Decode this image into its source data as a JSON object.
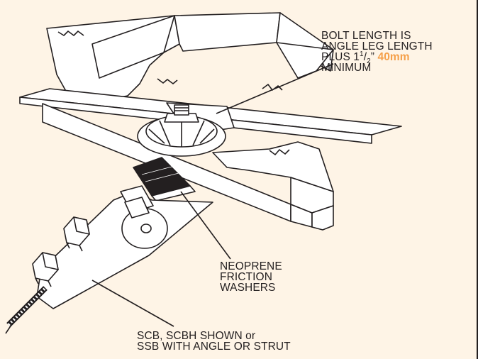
{
  "colors": {
    "background": "#fef4e6",
    "ink": "#231f20",
    "accent": "#f5a04a",
    "metal_fill": "#ffffff",
    "washer_fill": "#231f20"
  },
  "callouts": {
    "bolt": {
      "line1": "BOLT LENGTH IS",
      "line2": "ANGLE LEG LENGTH",
      "line3_prefix": "PLUS 1",
      "line3_num": "1",
      "line3_den": "2",
      "line3_suffix": "”",
      "line3_metric": "40mm",
      "line4": "MINIMUM"
    },
    "washers": {
      "line1": "NEOPRENE",
      "line2": "FRICTION",
      "line3": "WASHERS"
    },
    "shown": {
      "line1": "SCB, SCBH SHOWN or",
      "line2": "SSB WITH ANGLE OR STRUT"
    }
  }
}
